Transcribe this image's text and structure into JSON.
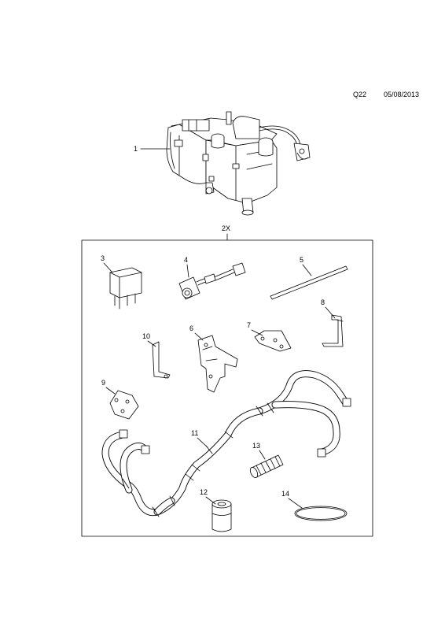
{
  "header": {
    "page_ref": "Q22",
    "date": "05/08/2013"
  },
  "kit_label": "2X",
  "callouts": [
    {
      "id": "1",
      "label": "1"
    },
    {
      "id": "2x",
      "label": "2X"
    },
    {
      "id": "3",
      "label": "3"
    },
    {
      "id": "4",
      "label": "4"
    },
    {
      "id": "5",
      "label": "5"
    },
    {
      "id": "6",
      "label": "6"
    },
    {
      "id": "7",
      "label": "7"
    },
    {
      "id": "8",
      "label": "8"
    },
    {
      "id": "9",
      "label": "9"
    },
    {
      "id": "10",
      "label": "10"
    },
    {
      "id": "11",
      "label": "11"
    },
    {
      "id": "12",
      "label": "12"
    },
    {
      "id": "13",
      "label": "13"
    },
    {
      "id": "14",
      "label": "14"
    }
  ]
}
